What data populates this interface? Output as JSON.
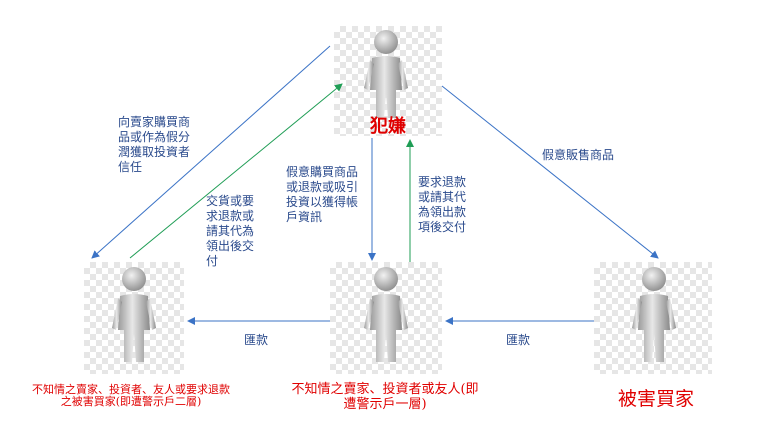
{
  "nodes": {
    "suspect": {
      "label": "犯嫌"
    },
    "left_person": {
      "label": "不知情之賣家、投資者、友人或要求退款之被害買家(即遭警示戶二層)"
    },
    "center_person": {
      "label": "不知情之賣家、投資者或友人(即遭警示戶一層)"
    },
    "victim": {
      "label": "被害買家"
    }
  },
  "edges": {
    "suspect_to_left": "向賣家購買商品或作為假分潤獲取投資者信任",
    "left_to_suspect": "交貨或要求退款或請其代為領出後交付",
    "suspect_to_center": "假意購買商品或退款或吸引投資以獲得帳戶資訊",
    "center_to_suspect": "要求退款或請其代為領出款項後交付",
    "suspect_to_victim": "假意販售商品",
    "center_to_left": "匯款",
    "victim_to_center": "匯款"
  },
  "colors": {
    "blue_arrow": "#3b73c6",
    "green_arrow": "#1f9d55",
    "red_text": "#e00000",
    "edge_text": "#2a4a8c"
  }
}
